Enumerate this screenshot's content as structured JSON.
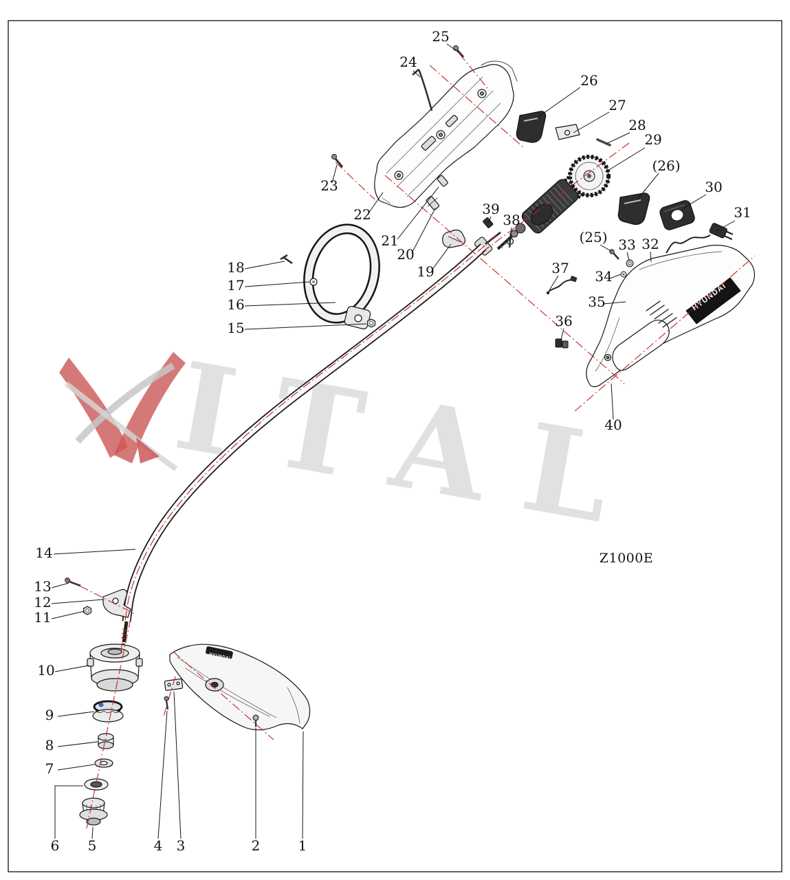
{
  "page": {
    "model_label": "Z1000E",
    "brand": "HYUNDAI",
    "watermark_text": "ITAL",
    "accent_red": "#c52222",
    "line_color": "#151515",
    "watermark_gray": "#d0d0d0"
  },
  "labels": [
    {
      "text": "25"
    },
    {
      "text": "24"
    },
    {
      "text": "26"
    },
    {
      "text": "27"
    },
    {
      "text": "28"
    },
    {
      "text": "29"
    },
    {
      "text": "(26)"
    },
    {
      "text": "30"
    },
    {
      "text": "31"
    },
    {
      "text": "23"
    },
    {
      "text": "22"
    },
    {
      "text": "21"
    },
    {
      "text": "20"
    },
    {
      "text": "19"
    },
    {
      "text": "39"
    },
    {
      "text": "38"
    },
    {
      "text": "(25)"
    },
    {
      "text": "33"
    },
    {
      "text": "32"
    },
    {
      "text": "37"
    },
    {
      "text": "34"
    },
    {
      "text": "35"
    },
    {
      "text": "36"
    },
    {
      "text": "40"
    },
    {
      "text": "18"
    },
    {
      "text": "17"
    },
    {
      "text": "16"
    },
    {
      "text": "15"
    },
    {
      "text": "14"
    },
    {
      "text": "13"
    },
    {
      "text": "12"
    },
    {
      "text": "11"
    },
    {
      "text": "10"
    },
    {
      "text": "9"
    },
    {
      "text": "8"
    },
    {
      "text": "7"
    },
    {
      "text": "6"
    },
    {
      "text": "5"
    },
    {
      "text": "4"
    },
    {
      "text": "3"
    },
    {
      "text": "2"
    },
    {
      "text": "1"
    }
  ]
}
